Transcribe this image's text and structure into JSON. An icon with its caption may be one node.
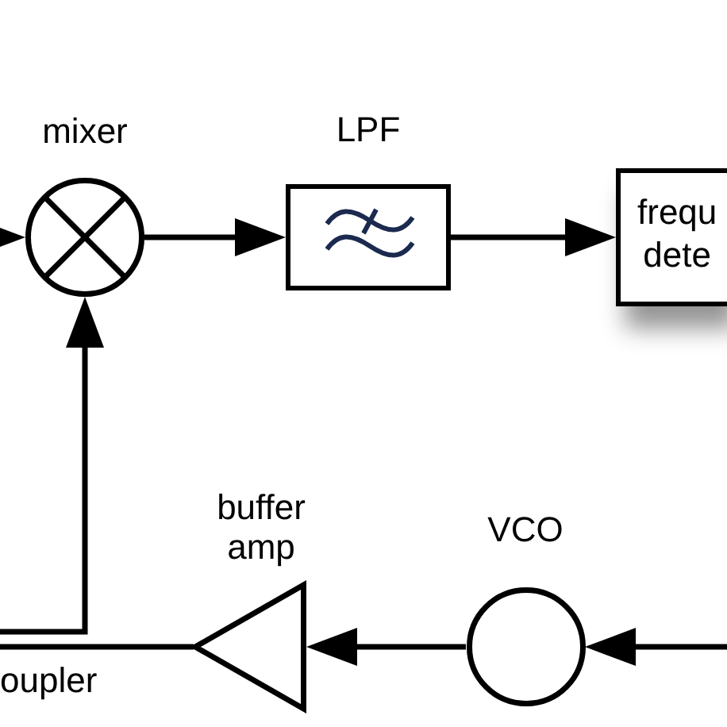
{
  "diagram": {
    "nodes": [
      {
        "text": [
          "mixer"
        ]
      },
      {
        "text": [
          "LPF"
        ]
      },
      {
        "text": [
          "frequ dete"
        ]
      },
      {
        "text": [
          "buffer amp"
        ]
      },
      {
        "text": [
          "VCO"
        ]
      }
    ],
    "edges": [
      {
        "from": null,
        "to": 0,
        "arrow": "to"
      },
      {
        "from": 0,
        "to": 1,
        "arrow": "to"
      },
      {
        "from": 1,
        "to": 2,
        "arrow": "to"
      },
      {
        "from": null,
        "to": 4,
        "arrow": "to"
      },
      {
        "from": 4,
        "to": 3,
        "arrow": "to"
      },
      {
        "from": 3,
        "to": null,
        "arrow": "none"
      },
      {
        "from": null,
        "to": 0,
        "arrow": "to"
      }
    ],
    "labels": [
      "oupler"
    ]
  }
}
